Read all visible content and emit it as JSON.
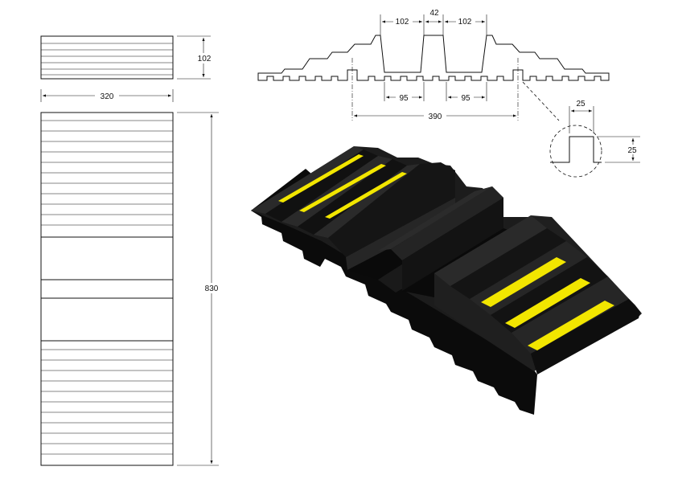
{
  "dimensions": {
    "top_view_height": "102",
    "top_view_width": "320",
    "plan_length": "830",
    "profile_top_width_left": "102",
    "profile_top_gap": "42",
    "profile_top_width_right": "102",
    "profile_channel_left": "95",
    "profile_channel_right": "95",
    "profile_overall": "390",
    "detail_width": "25",
    "detail_height": "25"
  },
  "colors": {
    "rubber": "#1c1c1c",
    "rubber_dark": "#0e0e0e",
    "rubber_light": "#2e2e2e",
    "stripe": "#f2e600",
    "line": "#111111"
  }
}
